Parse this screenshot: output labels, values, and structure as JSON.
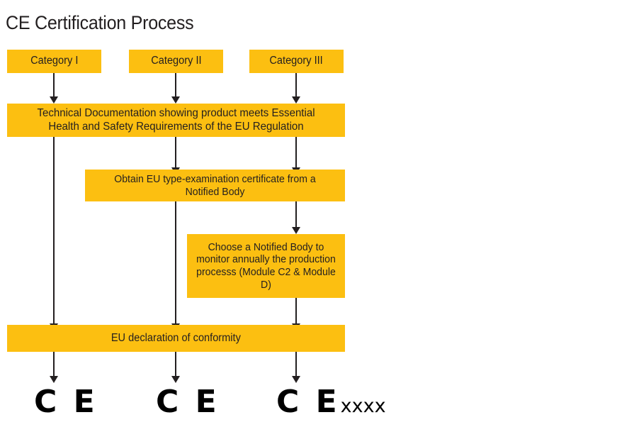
{
  "page": {
    "title": "CE Certification Process",
    "background_color": "#ffffff",
    "accent_color": "#FCBF11",
    "text_color": "#231f20",
    "arrow_color": "#231f20"
  },
  "columns": [
    {
      "key": "category_1",
      "label": "Category I"
    },
    {
      "key": "category_2",
      "label": "Category II"
    },
    {
      "key": "category_3",
      "label": "Category III"
    }
  ],
  "boxes": {
    "category_1": "Category I",
    "category_2": "Category II",
    "category_3": "Category III",
    "technical_documentation": "Technical Documentation showing product meets Essential Health and Safety Requirements of the EU Regulation",
    "type_examination": "Obtain EU type-examination certificate from a Notified Body",
    "annual_monitoring": "Choose a Notified Body to monitor annually the production processs (Module C2 & Module D)",
    "declaration_of_conformity": "EU declaration of conformity"
  },
  "outcomes": [
    {
      "key": "ce_mark_1",
      "mark": "C E",
      "number": ""
    },
    {
      "key": "ce_mark_2",
      "mark": "C E",
      "number": ""
    },
    {
      "key": "ce_mark_3",
      "mark": "C E",
      "number": "xxxx"
    }
  ]
}
